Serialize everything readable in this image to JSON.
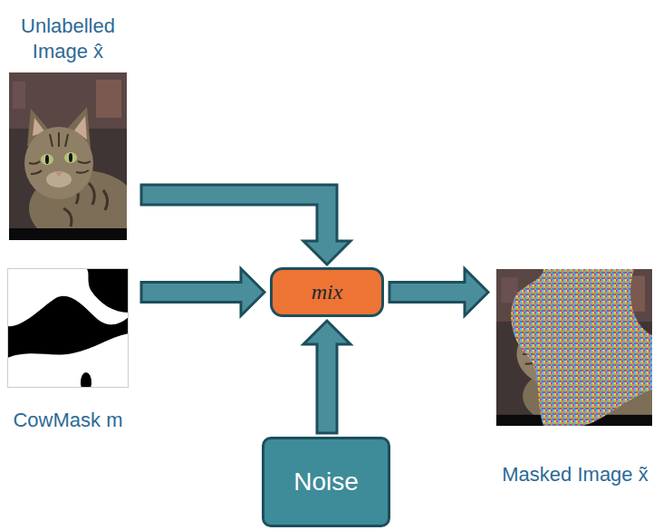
{
  "diagram": {
    "nodes": [
      {
        "text": [
          "Unlabelled Image x̂"
        ]
      },
      {
        "text": [
          "CowMask m"
        ]
      },
      {
        "text": [
          "mix"
        ]
      },
      {
        "text": [
          "Noise"
        ]
      },
      {
        "text": [
          "Masked Image x̃"
        ]
      }
    ],
    "edges": [
      {
        "from": 0,
        "to": 2,
        "arrow": "to"
      },
      {
        "from": 1,
        "to": 2,
        "arrow": "to"
      },
      {
        "from": 3,
        "to": 2,
        "arrow": "to"
      },
      {
        "from": 2,
        "to": 4,
        "arrow": "to"
      }
    ]
  }
}
